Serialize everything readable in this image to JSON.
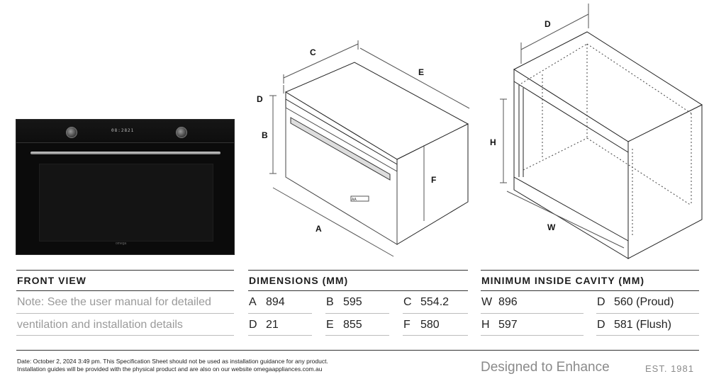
{
  "front_view": {
    "display_text": "08:2821",
    "brand": "omega"
  },
  "oven_diagram": {
    "labels": {
      "a": "A",
      "b": "B",
      "c": "C",
      "d": "D",
      "e": "E",
      "f": "F"
    },
    "badge": "AA"
  },
  "cavity_diagram": {
    "labels": {
      "d": "D",
      "h": "H",
      "w": "W"
    }
  },
  "sections": {
    "front_view_title": "FRONT VIEW",
    "dimensions_title": "DIMENSIONS (MM)",
    "cavity_title": "MINIMUM INSIDE CAVITY (MM)"
  },
  "note": {
    "line1": "Note: See the user manual for detailed",
    "line2": "ventilation and installation details"
  },
  "dimensions": [
    {
      "k": "A",
      "v": "894"
    },
    {
      "k": "B",
      "v": "595"
    },
    {
      "k": "C",
      "v": "554.2"
    },
    {
      "k": "D",
      "v": "21"
    },
    {
      "k": "E",
      "v": "855"
    },
    {
      "k": "F",
      "v": "580"
    }
  ],
  "cavity": [
    {
      "k": "W",
      "v": "896"
    },
    {
      "k": "D",
      "v": "560 (Proud)"
    },
    {
      "k": "H",
      "v": "597"
    },
    {
      "k": "D",
      "v": "581 (Flush)"
    }
  ],
  "footer": {
    "line1": "Date: October 2, 2024 3:49 pm. This Specification Sheet should not be used as installation guidance for any product.",
    "line2": "Installation guides will be provided with the physical product and are also on our website omegaappliances.com.au",
    "tagline": "Designed to Enhance",
    "est": "EST. 1981"
  }
}
